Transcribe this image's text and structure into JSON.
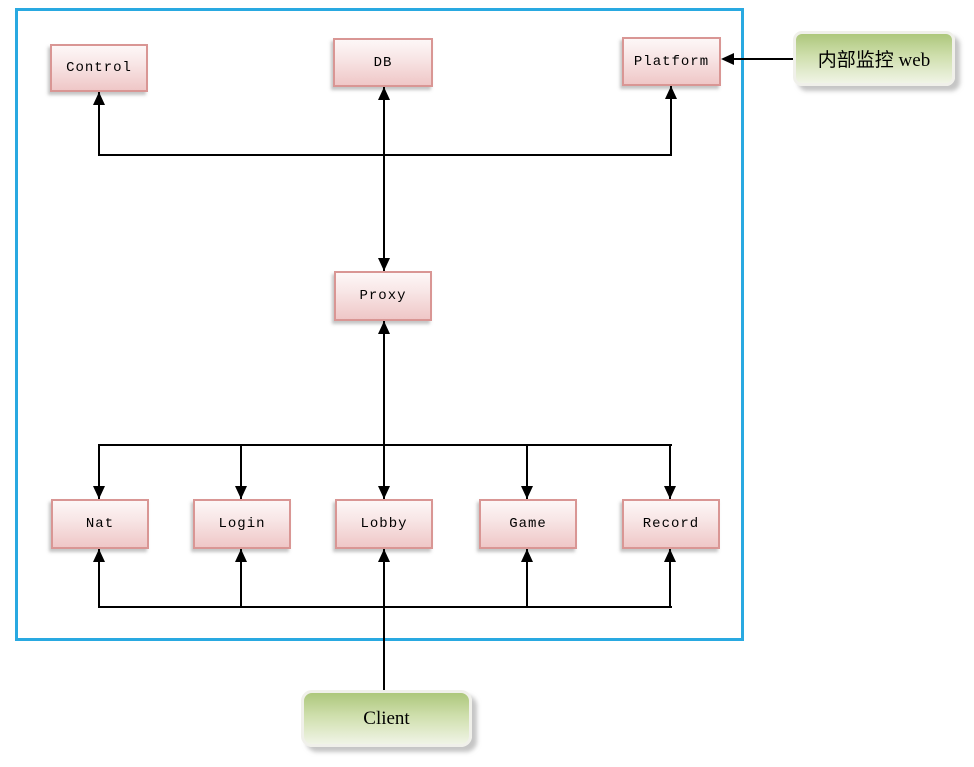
{
  "diagram_title": "server-architecture-diagram",
  "nodes": {
    "control": {
      "label": "Control"
    },
    "db": {
      "label": "DB"
    },
    "platform": {
      "label": "Platform"
    },
    "proxy": {
      "label": "Proxy"
    },
    "nat": {
      "label": "Nat"
    },
    "login": {
      "label": "Login"
    },
    "lobby": {
      "label": "Lobby"
    },
    "game": {
      "label": "Game"
    },
    "record": {
      "label": "Record"
    }
  },
  "external": {
    "monitor_web": {
      "label": "内部监控 web"
    },
    "client": {
      "label": "Client"
    }
  },
  "colors": {
    "frame_border": "#29A9E1",
    "node_border": "#D99694",
    "node_fill_top": "#FDF7F7",
    "node_fill_bottom": "#EFC7C7",
    "green_fill_top": "#ADC77C",
    "green_fill_bottom": "#F0F4E6",
    "green_border": "#F0F0EA",
    "connector": "#000000",
    "text": "#000000"
  }
}
